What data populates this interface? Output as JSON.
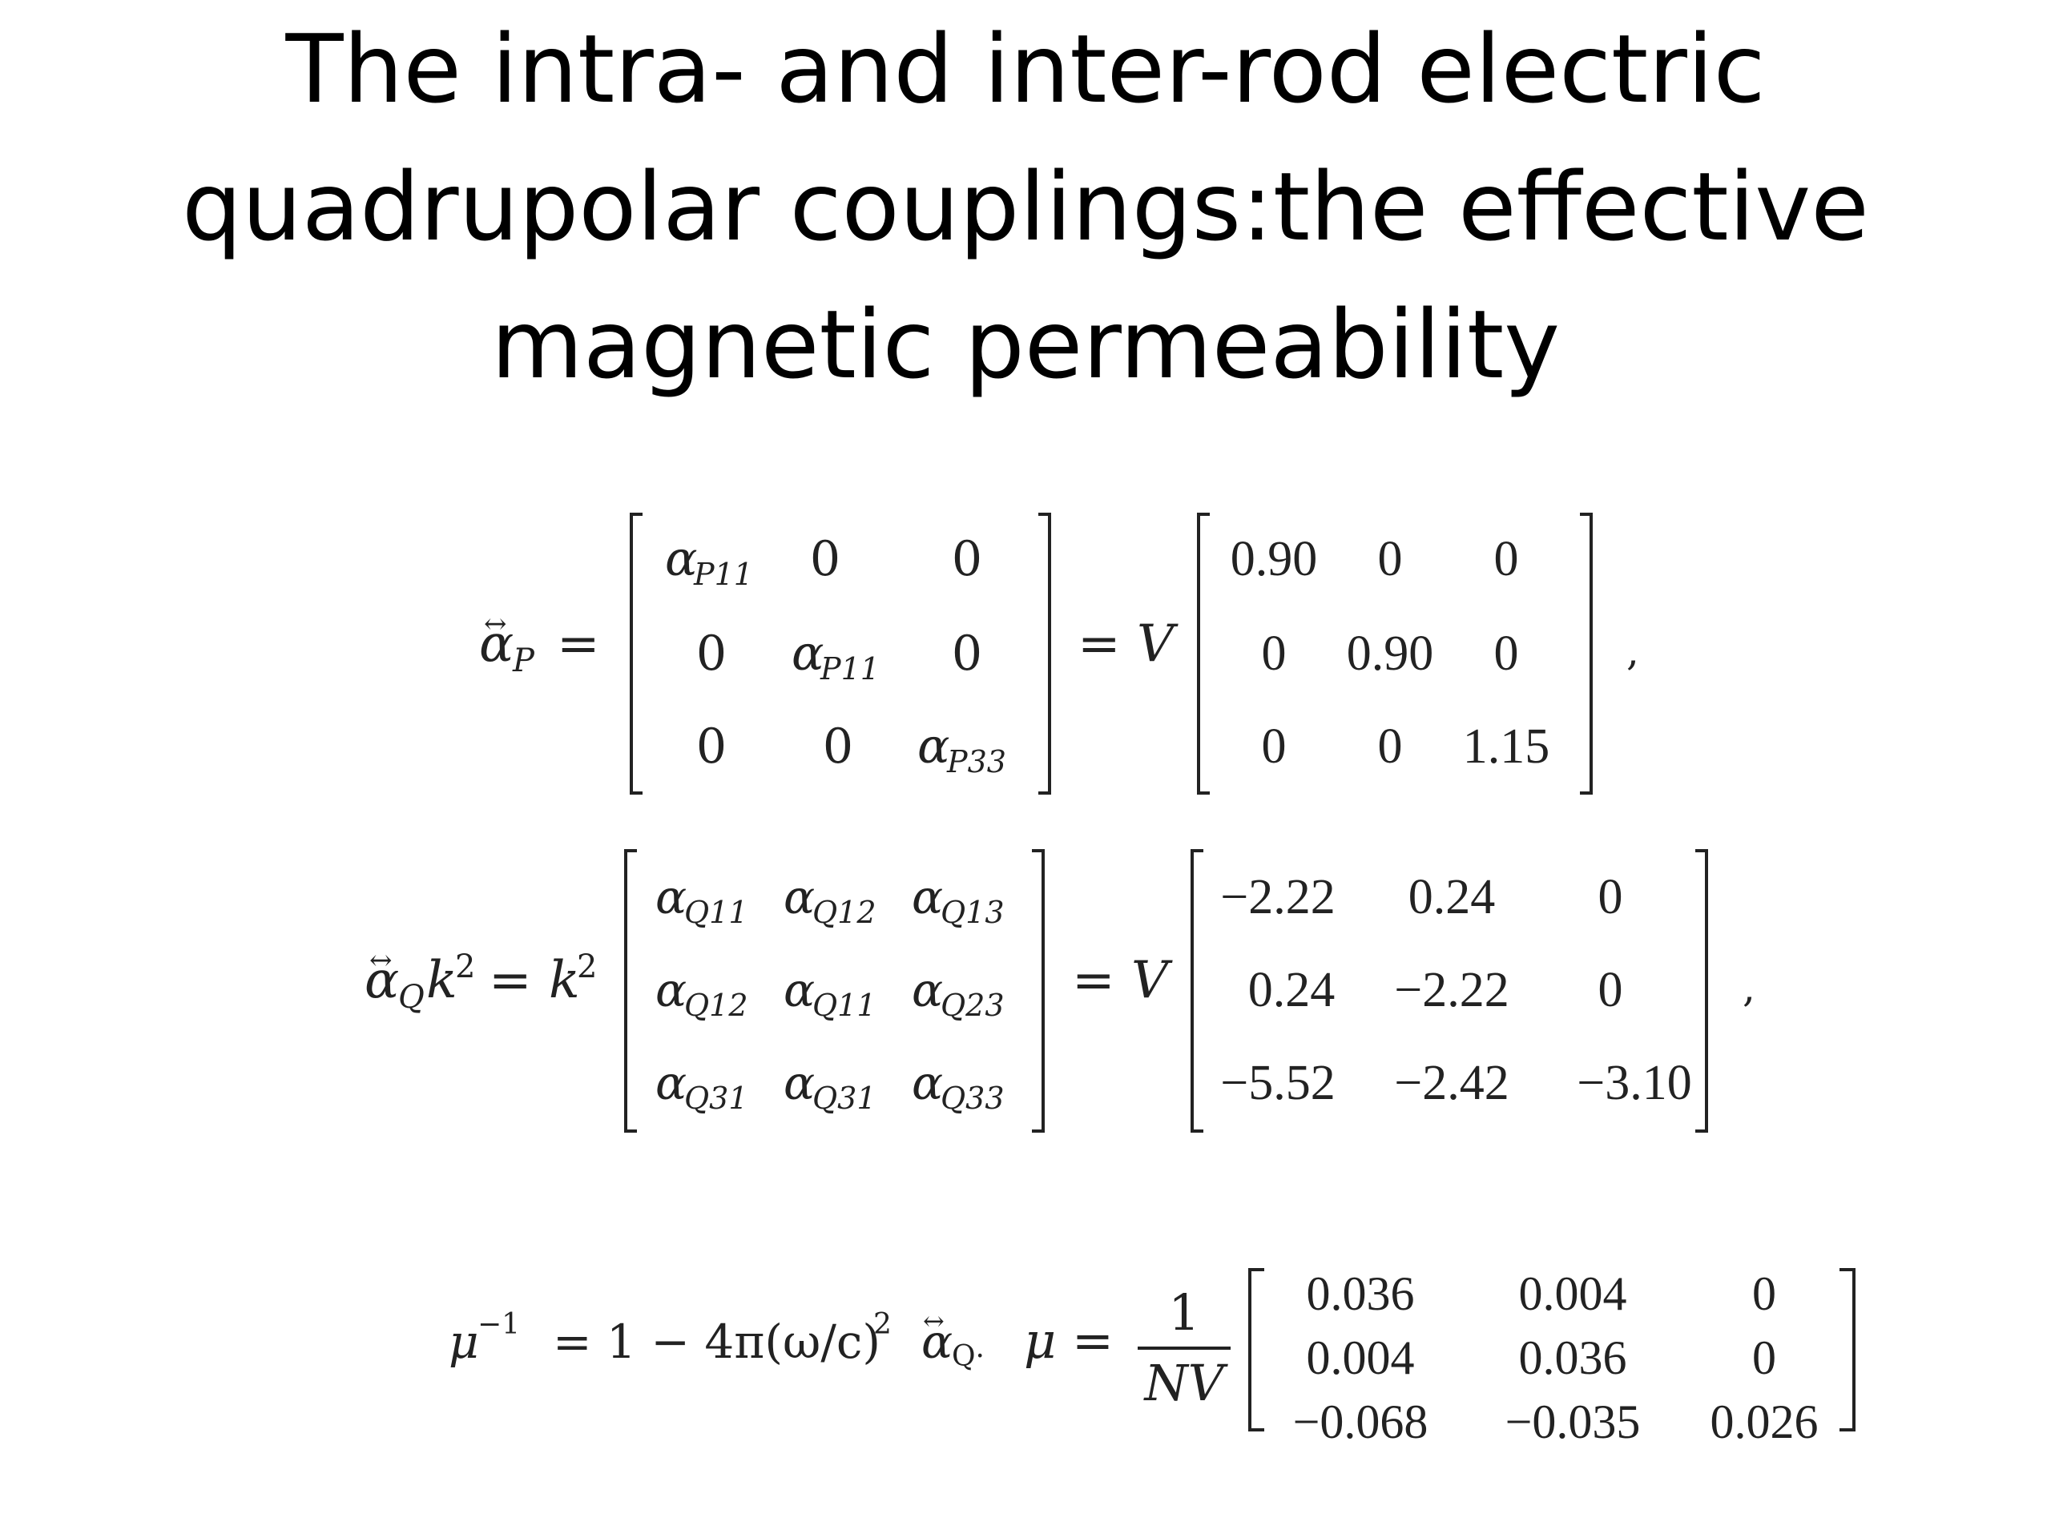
{
  "title": {
    "line1": "The intra- and inter-rod electric",
    "line2": "quadrupolar couplings:the effective",
    "line3": "magnetic permeability"
  },
  "eq1": {
    "lhs_symbol": "α",
    "lhs_sub": "P",
    "equals": "=",
    "matrix": [
      [
        "α_P11",
        "0",
        "0"
      ],
      [
        "0",
        "α_P11",
        "0"
      ],
      [
        "0",
        "0",
        "α_P33"
      ]
    ],
    "mid": "= V",
    "values": [
      [
        "0.90",
        "0",
        "0"
      ],
      [
        "0",
        "0.90",
        "0"
      ],
      [
        "0",
        "0",
        "1.15"
      ]
    ],
    "trail": ","
  },
  "eq2": {
    "lhs": "α_Q k² = k²",
    "matrix": [
      [
        "α_Q11",
        "α_Q12",
        "α_Q13"
      ],
      [
        "α_Q12",
        "α_Q11",
        "α_Q23"
      ],
      [
        "α_Q31",
        "α_Q31",
        "α_Q33"
      ]
    ],
    "mid": "= V",
    "values": [
      [
        "−2.22",
        "0.24",
        "0"
      ],
      [
        "0.24",
        "−2.22",
        "0"
      ],
      [
        "−5.52",
        "−2.42",
        "−3.10"
      ]
    ],
    "trail": ","
  },
  "eq3": {
    "lhs": "μ⁻¹ = 1 − 4π(ω/c)² α_Q",
    "mu_eq": "μ =",
    "frac_num": "1",
    "frac_den": "NV",
    "values": [
      [
        "0.036",
        "0.004",
        "0"
      ],
      [
        "0.004",
        "0.036",
        "0"
      ],
      [
        "−0.068",
        "−0.035",
        "0.026"
      ]
    ]
  }
}
